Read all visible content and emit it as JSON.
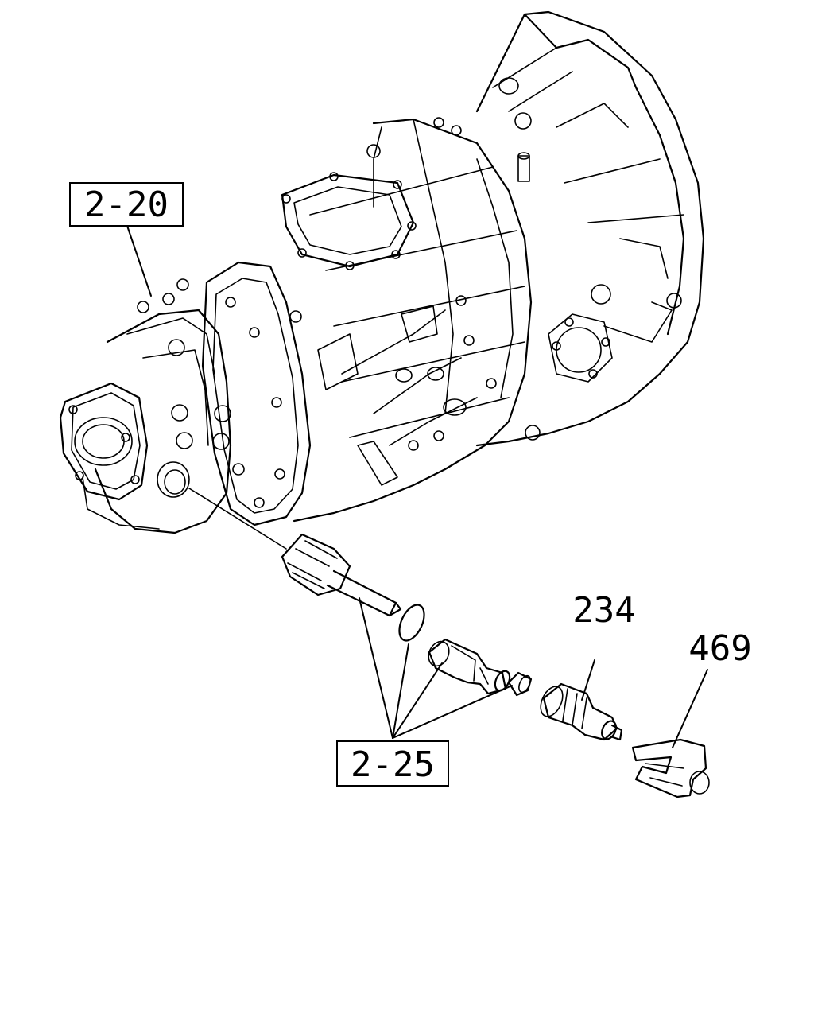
{
  "diagram": {
    "callouts": {
      "transmission_ref": "2-20",
      "speedometer_parts_ref": "2-25",
      "sensor_part_no": "234",
      "bracket_part_no": "469"
    }
  }
}
